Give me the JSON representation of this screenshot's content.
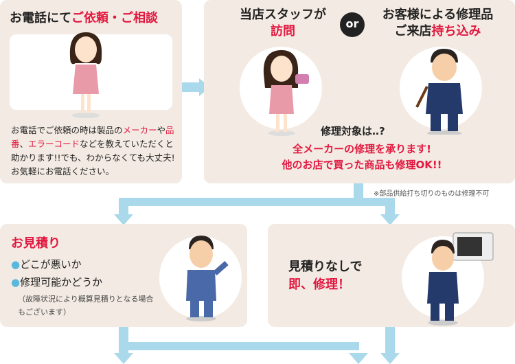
{
  "phone_panel": {
    "title_plain": "お電話にて",
    "title_red": "ご依頼・ご相談",
    "body": [
      {
        "t": "お電話でご依頼の時は製品の",
        "red": false
      },
      {
        "t": "メーカー",
        "red": true
      },
      {
        "t": "や",
        "red": false
      },
      {
        "t": "品番",
        "red": true
      },
      {
        "t": "、",
        "red": false
      },
      {
        "t": "エラーコード",
        "red": true
      },
      {
        "t": "などを教えていただくと助かります!!でも、わからなくても大丈夫!お気軽にお電話ください。",
        "red": false
      }
    ]
  },
  "visit_panel": {
    "left_title": "当店スタッフが",
    "left_title_red": "訪問",
    "or_label": "or",
    "right_title": "お客様による修理品",
    "right_title_plain2": "ご来店",
    "right_title_red": "持ち込み",
    "question": "修理対象は‥?",
    "answer_line1": "全メーカーの修理を承ります!",
    "answer_line2": "他のお店で買った商品も修理OK!!",
    "note": "※部品供給打ち切りのものは修理不可"
  },
  "estimate_panel": {
    "title": "お見積り",
    "bullets": [
      "どこが悪いか",
      "修理可能かどうか"
    ],
    "note": "（故障状況により概算見積りとなる場合もございます）"
  },
  "no_estimate_panel": {
    "line1": "見積りなしで",
    "line2": "即、修理！"
  },
  "colors": {
    "panel": "#f3ebe3",
    "accent": "#e2173f",
    "arrow": "#a9d9ea",
    "bullet": "#5bb8dd"
  }
}
